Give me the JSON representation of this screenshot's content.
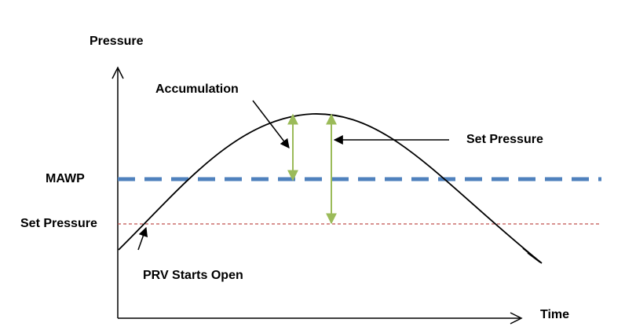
{
  "labels": {
    "y_axis": "Pressure",
    "x_axis": "Time",
    "mawp": "MAWP",
    "set_pressure_left": "Set Pressure",
    "accumulation": "Accumulation",
    "set_pressure_right": "Set Pressure",
    "prv_open": "PRV Starts Open"
  },
  "colors": {
    "axis": "#000000",
    "curve": "#000000",
    "mawp_line": "#4f81bd",
    "set_pressure_line": "#c0504d",
    "measure_arrows": "#9bbb59",
    "text": "#000000"
  }
}
